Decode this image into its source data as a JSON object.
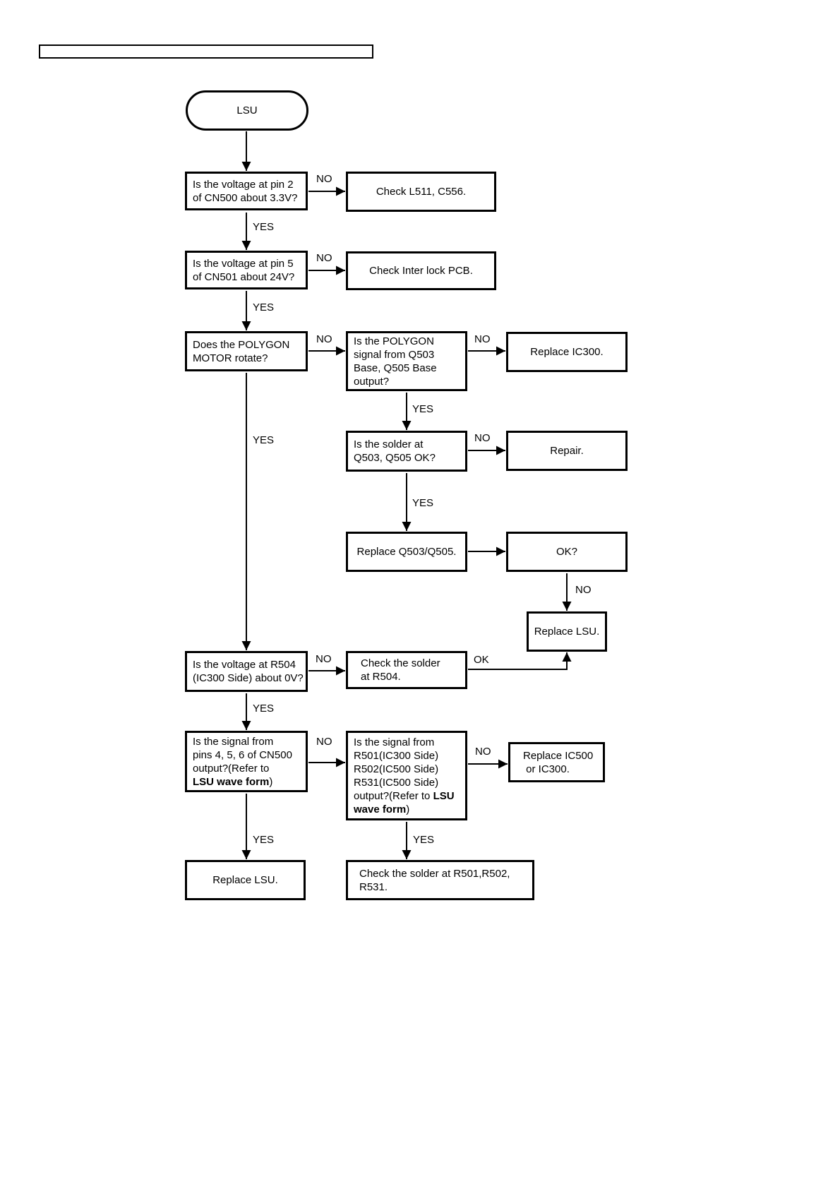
{
  "header": {
    "title_bar_text": ""
  },
  "edge_labels": {
    "yes": "YES",
    "no": "NO",
    "ok": "OK"
  },
  "nodes": {
    "start": {
      "label": "LSU"
    },
    "q_pin2_cn500": {
      "label": "Is the voltage at pin 2\nof CN500 about 3.3V?"
    },
    "a_check_l511": {
      "label": "Check L511, C556."
    },
    "q_pin5_cn501": {
      "label": "Is the voltage at pin 5\nof CN501 about 24V?"
    },
    "a_check_interlock": {
      "label": "Check Inter lock PCB."
    },
    "q_polygon_motor": {
      "label": "Does the POLYGON\nMOTOR rotate?"
    },
    "q_polygon_signal": {
      "label": "Is the POLYGON\nsignal from Q503\nBase, Q505 Base\noutput?"
    },
    "a_replace_ic300": {
      "label": "Replace IC300."
    },
    "q_solder_q503": {
      "label": "Is the solder at\nQ503, Q505 OK?"
    },
    "a_repair": {
      "label": "Repair."
    },
    "a_replace_q503": {
      "label": "Replace Q503/Q505."
    },
    "q_ok": {
      "label": "OK?"
    },
    "a_replace_lsu_right": {
      "label": "Replace LSU."
    },
    "q_r504_voltage": {
      "label": "Is the voltage at R504\n(IC300 Side) about 0V?"
    },
    "a_check_solder_r504": {
      "label": "Check the solder\nat R504."
    },
    "q_cn500_signal": {
      "pre": "Is the signal from\npins 4, 5, 6 of CN500\noutput?(Refer to\n",
      "bold": "LSU wave form",
      "post": ")"
    },
    "q_r501_signal": {
      "pre": "Is the signal from\nR501(IC300 Side)\nR502(IC500 Side)\nR531(IC500 Side)\noutput?(Refer to ",
      "bold": "LSU\nwave form",
      "post": ")"
    },
    "a_replace_ic500": {
      "label": "Replace IC500\n or IC300."
    },
    "a_replace_lsu_left": {
      "label": "Replace LSU."
    },
    "a_check_solder_r501": {
      "label": "Check the solder at R501,R502,\nR531."
    }
  }
}
